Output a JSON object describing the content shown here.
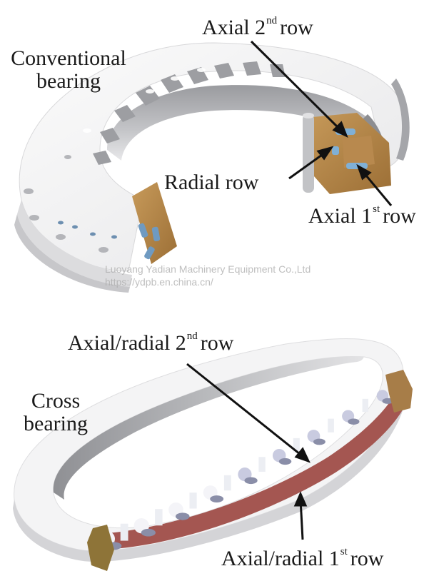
{
  "figure": {
    "top": {
      "title_line1": "Conventional",
      "title_line2": "bearing",
      "labels": {
        "axial_2nd": {
          "prefix": "Axial 2",
          "sup": "nd",
          "suffix": "row"
        },
        "radial": {
          "text": "Radial row"
        },
        "axial_1st": {
          "prefix": "Axial 1",
          "sup": "st",
          "suffix": "row"
        }
      }
    },
    "bottom": {
      "title_line1": "Cross",
      "title_line2": "bearing",
      "labels": {
        "axial_radial_2nd": {
          "prefix": "Axial/radial 2",
          "sup": "nd",
          "suffix": "row"
        },
        "axial_radial_1st": {
          "prefix": "Axial/radial 1",
          "sup": "st",
          "suffix": "row"
        }
      }
    }
  },
  "watermark": {
    "line1": "Luoyang Yadian Machinery Equipment  Co.,Ltd",
    "line2": "https://ydpb.en.china.cn/"
  },
  "colors": {
    "ring_light": "#f2f2f2",
    "ring_mid": "#c9c9cb",
    "ring_dark": "#8e8f93",
    "section_bronze": "#b5874a",
    "roller_blue": "#7fa7c9",
    "cage_red": "#a3534f",
    "roller_lilac": "#c9cbe0",
    "arrow": "#111111"
  }
}
